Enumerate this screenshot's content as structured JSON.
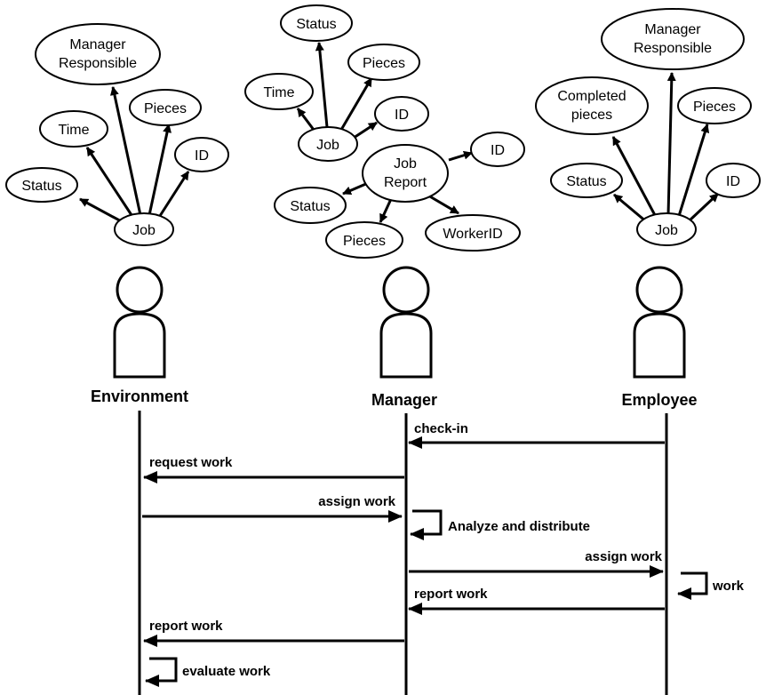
{
  "actors": {
    "environment": "Environment",
    "manager": "Manager",
    "employee": "Employee"
  },
  "trees": {
    "environment": {
      "root": "Job",
      "manager_responsible": [
        "Manager",
        "Responsible"
      ],
      "time": "Time",
      "pieces": "Pieces",
      "id": "ID",
      "status": "Status"
    },
    "manager_job": {
      "root": "Job",
      "status": "Status",
      "pieces": "Pieces",
      "time": "Time",
      "id": "ID"
    },
    "manager_report": {
      "root": [
        "Job",
        "Report"
      ],
      "id": "ID",
      "status": "Status",
      "pieces": "Pieces",
      "worker_id": "WorkerID"
    },
    "employee": {
      "root": "Job",
      "manager_responsible": [
        "Manager",
        "Responsible"
      ],
      "completed_pieces": [
        "Completed",
        "pieces"
      ],
      "pieces": "Pieces",
      "status": "Status",
      "id": "ID"
    }
  },
  "messages": {
    "check_in": "check-in",
    "request_work": "request work",
    "assign_work_env": "assign work",
    "analyze": "Analyze and distribute",
    "assign_work_mgr": "assign work",
    "work": "work",
    "report_work_emp": "report work",
    "report_work_mgr": "report work",
    "evaluate": "evaluate work"
  }
}
